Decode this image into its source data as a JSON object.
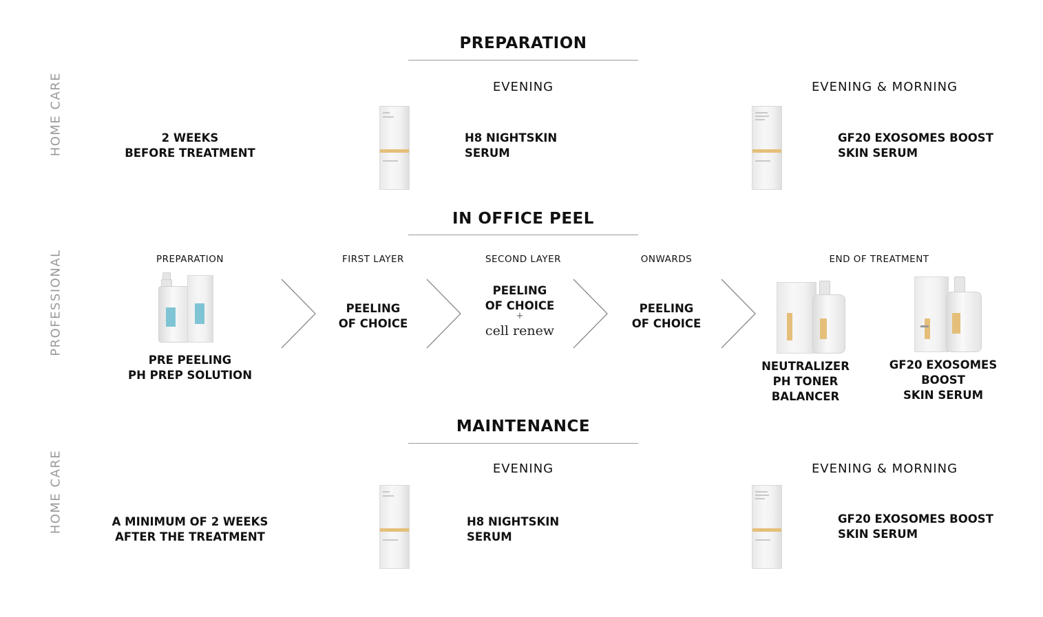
{
  "preparation": {
    "title": "PREPARATION",
    "side_label": "HOME CARE",
    "when": "2 WEEKS",
    "when2": "BEFORE TREATMENT",
    "col1_time": "EVENING",
    "col1_product": [
      "H8 NIGHTSKIN",
      "SERUM"
    ],
    "col2_time": "EVENING & MORNING",
    "col2_product": [
      "GF20 EXOSOMES BOOST",
      "SKIN SERUM"
    ]
  },
  "office": {
    "title": "IN OFFICE PEEL",
    "side_label": "PROFESSIONAL",
    "steps": [
      {
        "label": "PREPARATION",
        "product": [
          "PRE PEELING",
          "PH PREP SOLUTION"
        ]
      },
      {
        "label": "FIRST LAYER",
        "product": [
          "PEELING",
          "OF CHOICE"
        ]
      },
      {
        "label": "SECOND LAYER",
        "product": [
          "PEELING",
          "OF CHOICE"
        ],
        "plus": "+",
        "extra": "cell renew"
      },
      {
        "label": "ONWARDS",
        "product": [
          "PEELING",
          "OF CHOICE"
        ]
      },
      {
        "label": "END OF TREATMENT"
      }
    ],
    "end_products": [
      [
        "NEUTRALIZER",
        "PH TONER",
        "BALANCER"
      ],
      [
        "GF20 EXOSOMES",
        "BOOST",
        "SKIN SERUM"
      ]
    ]
  },
  "maintenance": {
    "title": "MAINTENANCE",
    "side_label": "HOME CARE",
    "when": "A MINIMUM OF 2 WEEKS",
    "when2": "AFTER THE TREATMENT",
    "col1_time": "EVENING",
    "col1_product": [
      "H8 NIGHTSKIN",
      "SERUM"
    ],
    "col2_time": "EVENING & MORNING",
    "col2_product": [
      "GF20 EXOSOMES BOOST",
      "SKIN SERUM"
    ]
  },
  "colors": {
    "accent_gold": "#e5bf7a",
    "accent_blue": "#7fc4d4",
    "rule": "#9a9a9a"
  }
}
